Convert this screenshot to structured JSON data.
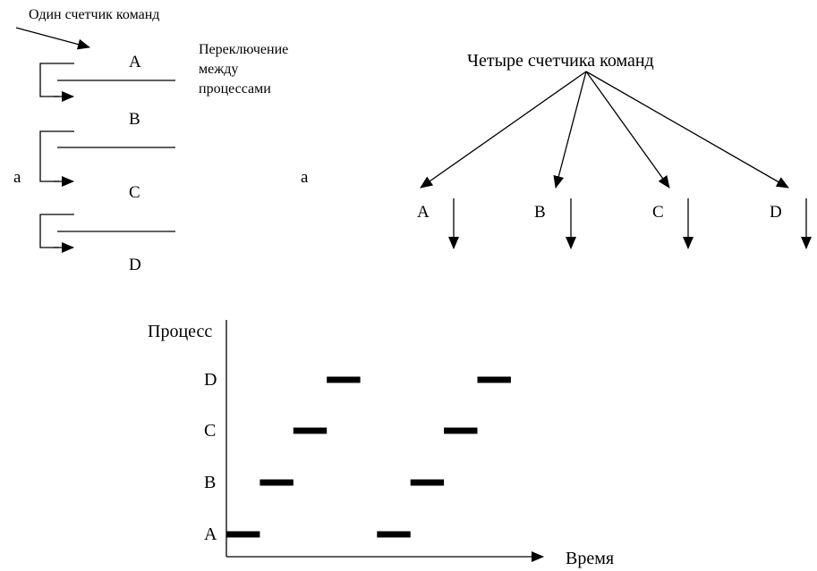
{
  "left_panel": {
    "caption": "Один счетчик команд",
    "switch_label": [
      "Переключение",
      "между",
      "процессами"
    ],
    "processes": [
      "A",
      "B",
      "C",
      "D"
    ],
    "panel_label": "a"
  },
  "right_panel": {
    "caption": "Четыре счетчика команд",
    "processes": [
      "A",
      "B",
      "C",
      "D"
    ],
    "panel_label": "a"
  },
  "timeline": {
    "ylabel": "Процесс",
    "xlabel": "Время",
    "processes": [
      "A",
      "B",
      "C",
      "D"
    ],
    "slots_total": 9,
    "segments": [
      {
        "process": "A",
        "start": 0,
        "end": 1
      },
      {
        "process": "B",
        "start": 1,
        "end": 2
      },
      {
        "process": "C",
        "start": 2,
        "end": 3
      },
      {
        "process": "D",
        "start": 3,
        "end": 4
      },
      {
        "process": "A",
        "start": 4.5,
        "end": 5.5
      },
      {
        "process": "B",
        "start": 5.5,
        "end": 6.5
      },
      {
        "process": "C",
        "start": 6.5,
        "end": 7.5
      },
      {
        "process": "D",
        "start": 7.5,
        "end": 8.5
      }
    ]
  }
}
